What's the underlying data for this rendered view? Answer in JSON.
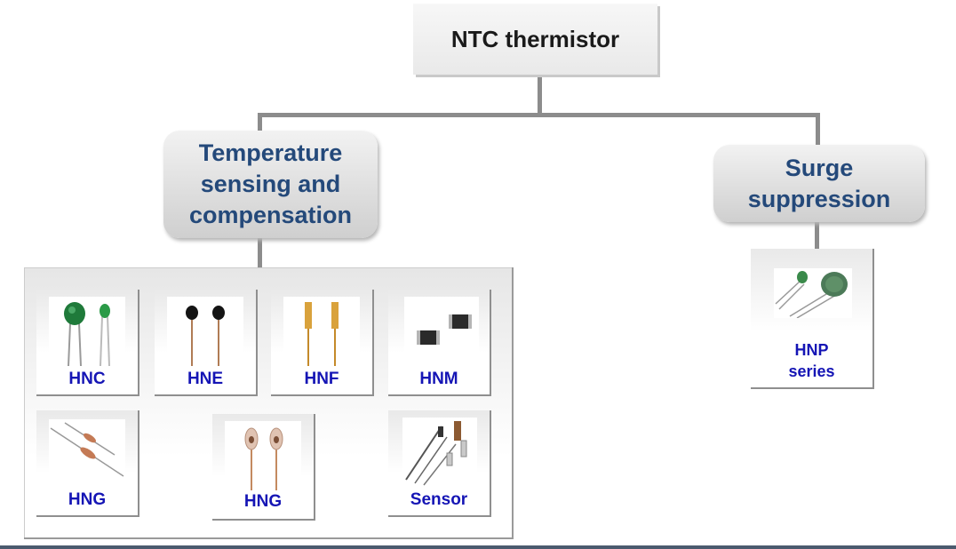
{
  "diagram": {
    "root": {
      "label": "NTC thermistor"
    },
    "categories": [
      {
        "label_lines": [
          "Temperature",
          "sensing and",
          "compensation"
        ]
      },
      {
        "label_lines": [
          "Surge",
          "suppression"
        ]
      }
    ],
    "products_temperature": [
      {
        "label": "HNC",
        "icon": "green-disc-thermistor-icon"
      },
      {
        "label": "HNE",
        "icon": "black-bead-thermistor-icon"
      },
      {
        "label": "HNF",
        "icon": "yellow-film-thermistor-icon"
      },
      {
        "label": "HNM",
        "icon": "smd-chip-thermistor-icon"
      },
      {
        "label": "HNG",
        "icon": "axial-glass-thermistor-icon"
      },
      {
        "label": "HNG",
        "icon": "radial-glass-thermistor-icon"
      },
      {
        "label": "Sensor",
        "icon": "probe-sensor-assembly-icon"
      }
    ],
    "products_surge": [
      {
        "label_lines": [
          "HNP",
          "series"
        ],
        "icon": "green-disc-surge-thermistor-icon"
      }
    ]
  },
  "colors": {
    "category_text": "#24497a",
    "product_text": "#1515b5",
    "connector": "#8c8c8c"
  }
}
